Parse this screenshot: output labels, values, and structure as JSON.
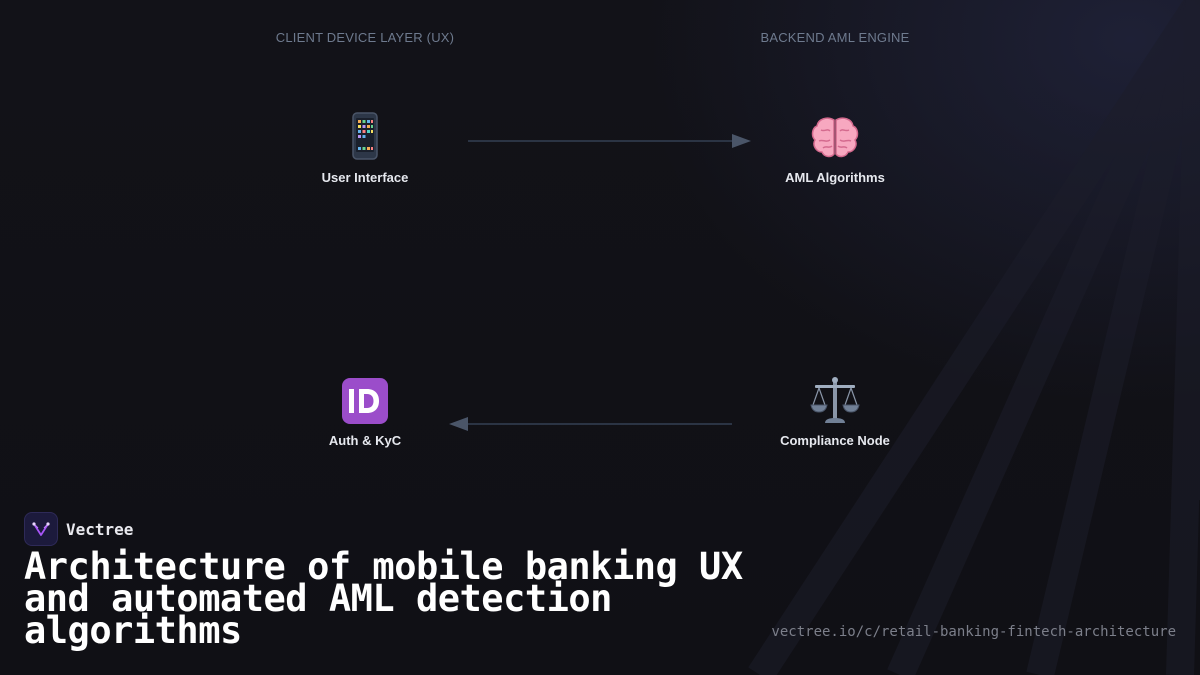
{
  "diagram": {
    "columns": {
      "client": "CLIENT DEVICE LAYER (UX)",
      "backend": "BACKEND AML ENGINE"
    },
    "nodes": {
      "user_interface": {
        "label": "User Interface",
        "icon": "mobile-phone-icon"
      },
      "aml_algorithms": {
        "label": "AML Algorithms",
        "icon": "brain-icon"
      },
      "auth_kyc": {
        "label": "Auth & KyC",
        "icon": "id-badge-icon"
      },
      "compliance_node": {
        "label": "Compliance Node",
        "icon": "balance-scale-icon"
      }
    },
    "edges": [
      {
        "from": "User Interface",
        "to": "AML Algorithms"
      },
      {
        "from": "Compliance Node",
        "to": "Auth & KyC"
      }
    ]
  },
  "footer": {
    "brand": "Vectree",
    "title": "Architecture of mobile banking UX and automated AML detection algorithms",
    "url": "vectree.io/c/retail-banking-fintech-architecture"
  },
  "colors": {
    "background": "#111116",
    "arrow": "#4a5568",
    "brand_accent": "#a855f7"
  }
}
